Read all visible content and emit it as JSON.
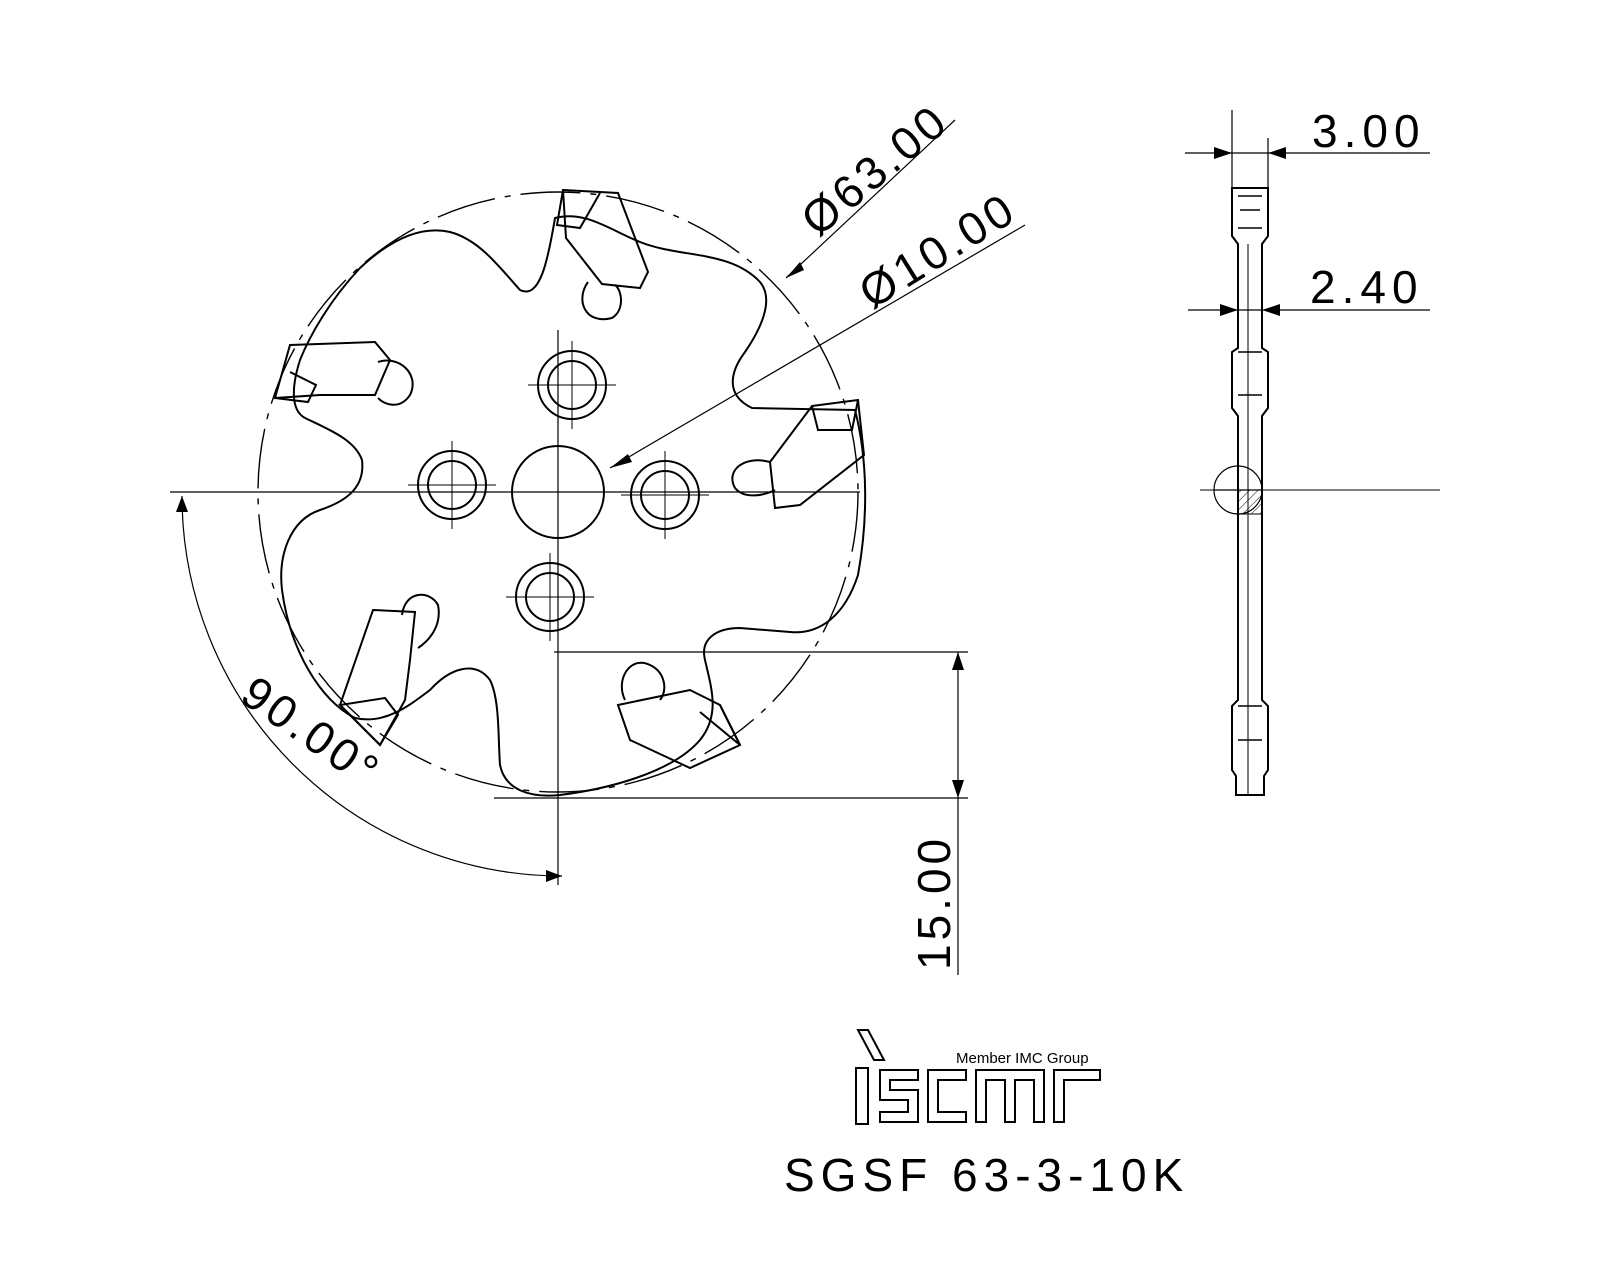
{
  "dimensions": {
    "outer_diameter": "Ø63.00",
    "bore_diameter": "Ø10.00",
    "width_top": "3.00",
    "width_body": "2.40",
    "angle": "90.00°",
    "offset": "15.00"
  },
  "logo": {
    "brand": "iscar",
    "tagline": "Member IMC Group"
  },
  "part_number": "SGSF  63-3-10K",
  "colors": {
    "line": "#000000",
    "background": "#ffffff"
  }
}
